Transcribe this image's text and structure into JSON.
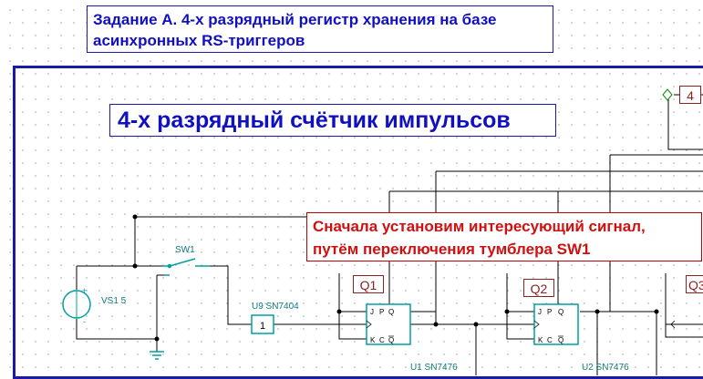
{
  "task_title": {
    "line1": "Задание А. 4-х разрядный регистр хранения на базе",
    "line2": "асинхронных RS-триггеров"
  },
  "diagram_heading": "4-х разрядный счётчик импульсов",
  "note": {
    "line1": "Сначала установим интересующий сигнал,",
    "line2": "путём переключения тумблера SW1"
  },
  "labels": {
    "q1": "Q1",
    "q2": "Q2",
    "q3_partial": "Q3",
    "out4": "4",
    "sw1": "SW1",
    "vs1": "VS1 5",
    "u9": "U9 SN7404",
    "u1": "U1 SN7476",
    "u2": "U2 SN7476",
    "inverter": "1",
    "plus": "+",
    "minus": "-"
  },
  "colors": {
    "wire": "#000000",
    "component": "#00a0a0",
    "title_text": "#1010c0",
    "note_text": "#d01010",
    "frame": "#1a1aa6"
  }
}
